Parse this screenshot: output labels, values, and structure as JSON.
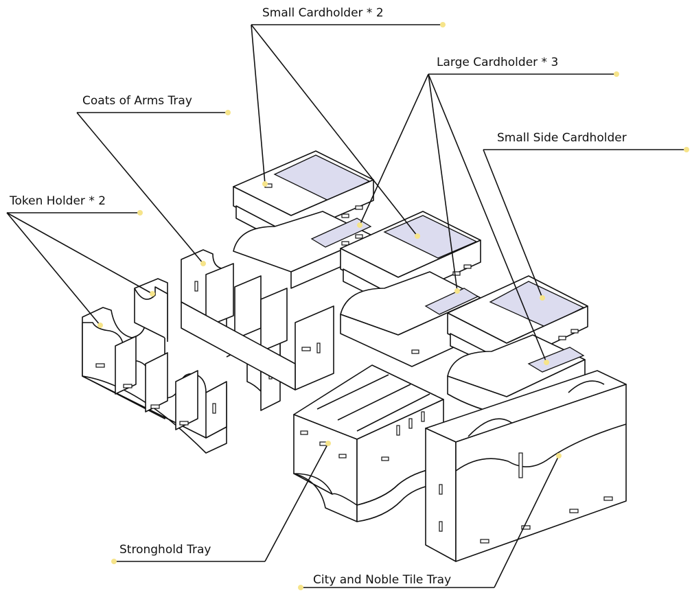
{
  "diagram": {
    "accent_dot_color": "#f6e48a",
    "card_color": "#dcdcef",
    "line_color": "#111111",
    "labels": {
      "small_cardholder": "Small Cardholder * 2",
      "large_cardholder": "Large Cardholder * 3",
      "coats_of_arms_tray": "Coats of Arms Tray",
      "small_side_cardholder": "Small Side Cardholder",
      "token_holder": "Token Holder * 2",
      "stronghold_tray": "Stronghold Tray",
      "city_noble_tile_tray": "City and Noble Tile Tray"
    }
  }
}
